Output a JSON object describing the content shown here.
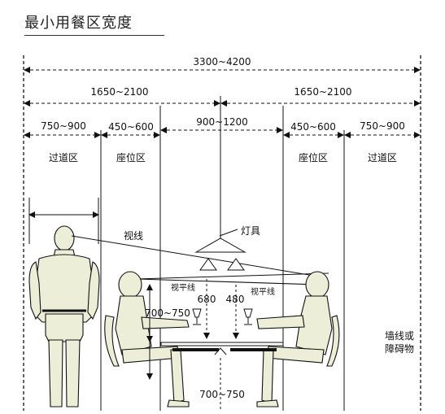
{
  "title": "最小用餐区宽度",
  "dimensions": {
    "total": "3300~4200",
    "half_left": "1650~2100",
    "half_right": "1650~2100",
    "center": "900~1200",
    "walk_left": "750~900",
    "seat_left": "450~600",
    "seat_right": "450~600",
    "walk_right": "750~900",
    "table_height": "700~750",
    "eye_left": "680",
    "eye_right": "480",
    "bottom": "700~750"
  },
  "zones": {
    "walkway_left": "过道区",
    "seat_left": "座位区",
    "seat_right": "座位区",
    "walkway_right": "过道区"
  },
  "labels": {
    "sight_line": "视线",
    "lamp": "灯具",
    "eye_level_left": "视平线",
    "eye_level_right": "视平线",
    "wall_line_1": "墙线或",
    "wall_line_2": "障碍物"
  },
  "colors": {
    "figure_fill": "#eceed8",
    "line": "#111111"
  }
}
